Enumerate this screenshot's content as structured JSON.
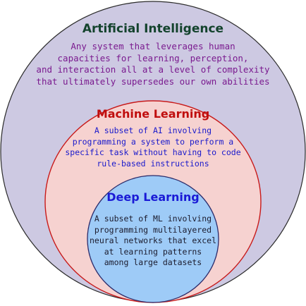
{
  "diagram": {
    "ai": {
      "title": "Artificial Intelligence",
      "lines": [
        "Any system that leverages human",
        "capacities for learning, perception,",
        "and interaction all at a level of complexity",
        "that ultimately supersedes our own abilities"
      ]
    },
    "ml": {
      "title": "Machine Learning",
      "lines": [
        "A subset of AI involving",
        "programming a system to perform a",
        "specific task without having to code",
        "rule-based instructions"
      ]
    },
    "dl": {
      "title": "Deep Learning",
      "lines": [
        "A subset of ML involving",
        "programming multilayered",
        "neural networks that excel",
        "at learning patterns",
        "among large datasets"
      ]
    },
    "colors": {
      "ai_fill": "#cdc9e2",
      "ml_fill": "#f6d2d0",
      "dl_fill": "#9ecbf7",
      "ai_title": "#14432d",
      "ml_title": "#c00e0e",
      "dl_title": "#1a1ad6"
    }
  }
}
